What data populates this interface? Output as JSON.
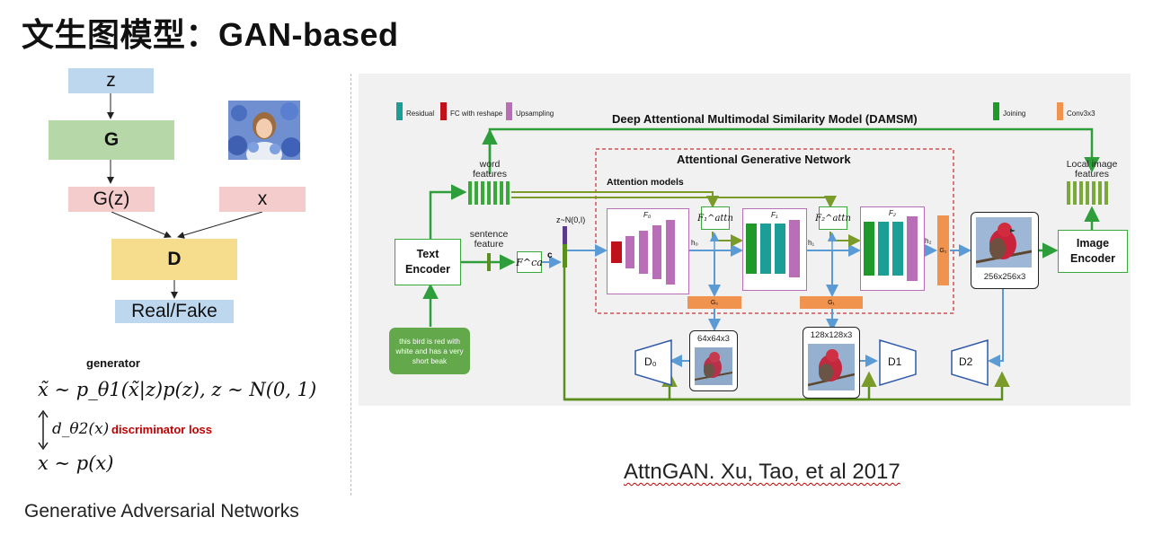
{
  "slide_title": "文生图模型：GAN-based",
  "gan": {
    "z": "z",
    "g": "G",
    "gz": "G(z)",
    "x": "x",
    "d": "D",
    "real_fake": "Real/Fake",
    "generator_label": "generator",
    "eq1": "x̃ ∼ p_θ1(x̃|z)p(z),  z ∼ N(0, 1)",
    "eq2": "d_θ2(x)",
    "disc_loss": "discriminator loss",
    "eq3": "x ∼ p(x)",
    "caption": "Generative Adversarial Networks"
  },
  "attngan": {
    "legend": {
      "residual": "Residual",
      "fc": "FC with reshape",
      "upsampling": "Upsampling",
      "joining": "Joining",
      "conv": "Conv3x3"
    },
    "damsm": "Deep Attentional Multimodal Similarity Model (DAMSM)",
    "agn": "Attentional Generative Network",
    "attention_models": "Attention models",
    "word_features": "word\nfeatures",
    "local_features": "Local image\nfeatures",
    "sentence_feature": "sentence\nfeature",
    "text_encoder": "Text\nEncoder",
    "image_encoder": "Image\nEncoder",
    "fca": "F^ca",
    "c": "c",
    "noise": "z~N(0,I)",
    "f0": "F₀",
    "f1": "F₁",
    "f2": "F₂",
    "f1attn": "F₁^attn",
    "f2attn": "F₂^attn",
    "h0": "h₀",
    "h1": "h₁",
    "h2": "h₂",
    "g0": "G₀",
    "g1": "G₁",
    "g2": "G₂",
    "d0": "D₀",
    "d1": "D1",
    "d2": "D2",
    "size64": "64x64x3",
    "size128": "128x128x3",
    "size256": "256x256x3",
    "input_text": "this bird is red with white and has a very short beak",
    "colors": {
      "residual": "#1a9e96",
      "fc": "#c0101a",
      "upsampling": "#b86fb8",
      "joining": "#1f9a2a",
      "conv": "#f0934e",
      "arrow_green": "#2e9e3a",
      "arrow_blue": "#5b9bd5"
    }
  },
  "citation": "AttnGAN. Xu, Tao, et al 2017"
}
